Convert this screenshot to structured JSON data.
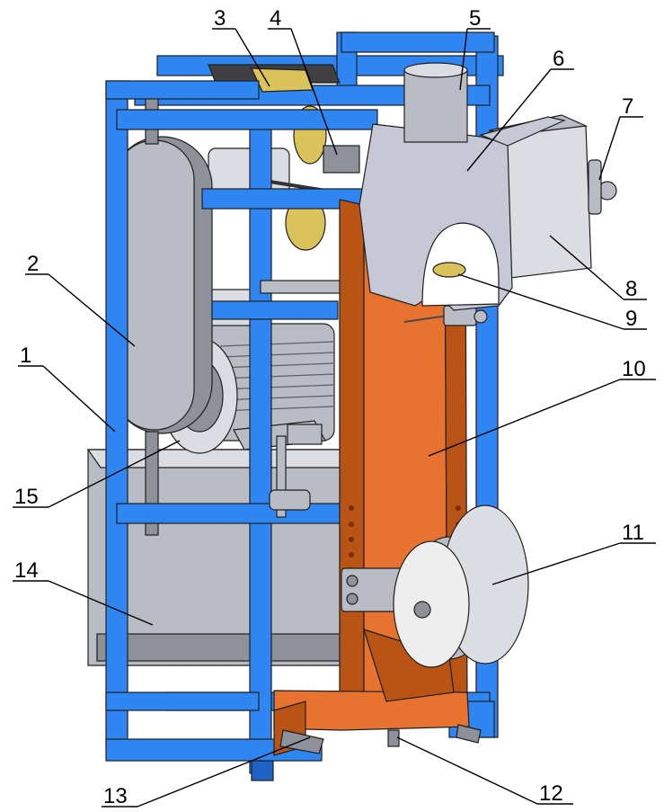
{
  "colors": {
    "frame": "#2f86f2",
    "frame_dark": "#1d63c4",
    "orange": "#e8722f",
    "orange_dark": "#b95316",
    "steel": "#b9bcc4",
    "steel_light": "#dcdde3",
    "steel_dark": "#8e9199",
    "brass": "#d9c35a",
    "hopper": "#c7c8d6",
    "background": "#ffffff"
  },
  "callouts": [
    {
      "id": 1,
      "label": "1"
    },
    {
      "id": 2,
      "label": "2"
    },
    {
      "id": 3,
      "label": "3"
    },
    {
      "id": 4,
      "label": "4"
    },
    {
      "id": 5,
      "label": "5"
    },
    {
      "id": 6,
      "label": "6"
    },
    {
      "id": 7,
      "label": "7"
    },
    {
      "id": 8,
      "label": "8"
    },
    {
      "id": 9,
      "label": "9"
    },
    {
      "id": 10,
      "label": "10"
    },
    {
      "id": 11,
      "label": "11"
    },
    {
      "id": 12,
      "label": "12"
    },
    {
      "id": 13,
      "label": "13"
    },
    {
      "id": 14,
      "label": "14"
    },
    {
      "id": 15,
      "label": "15"
    }
  ]
}
